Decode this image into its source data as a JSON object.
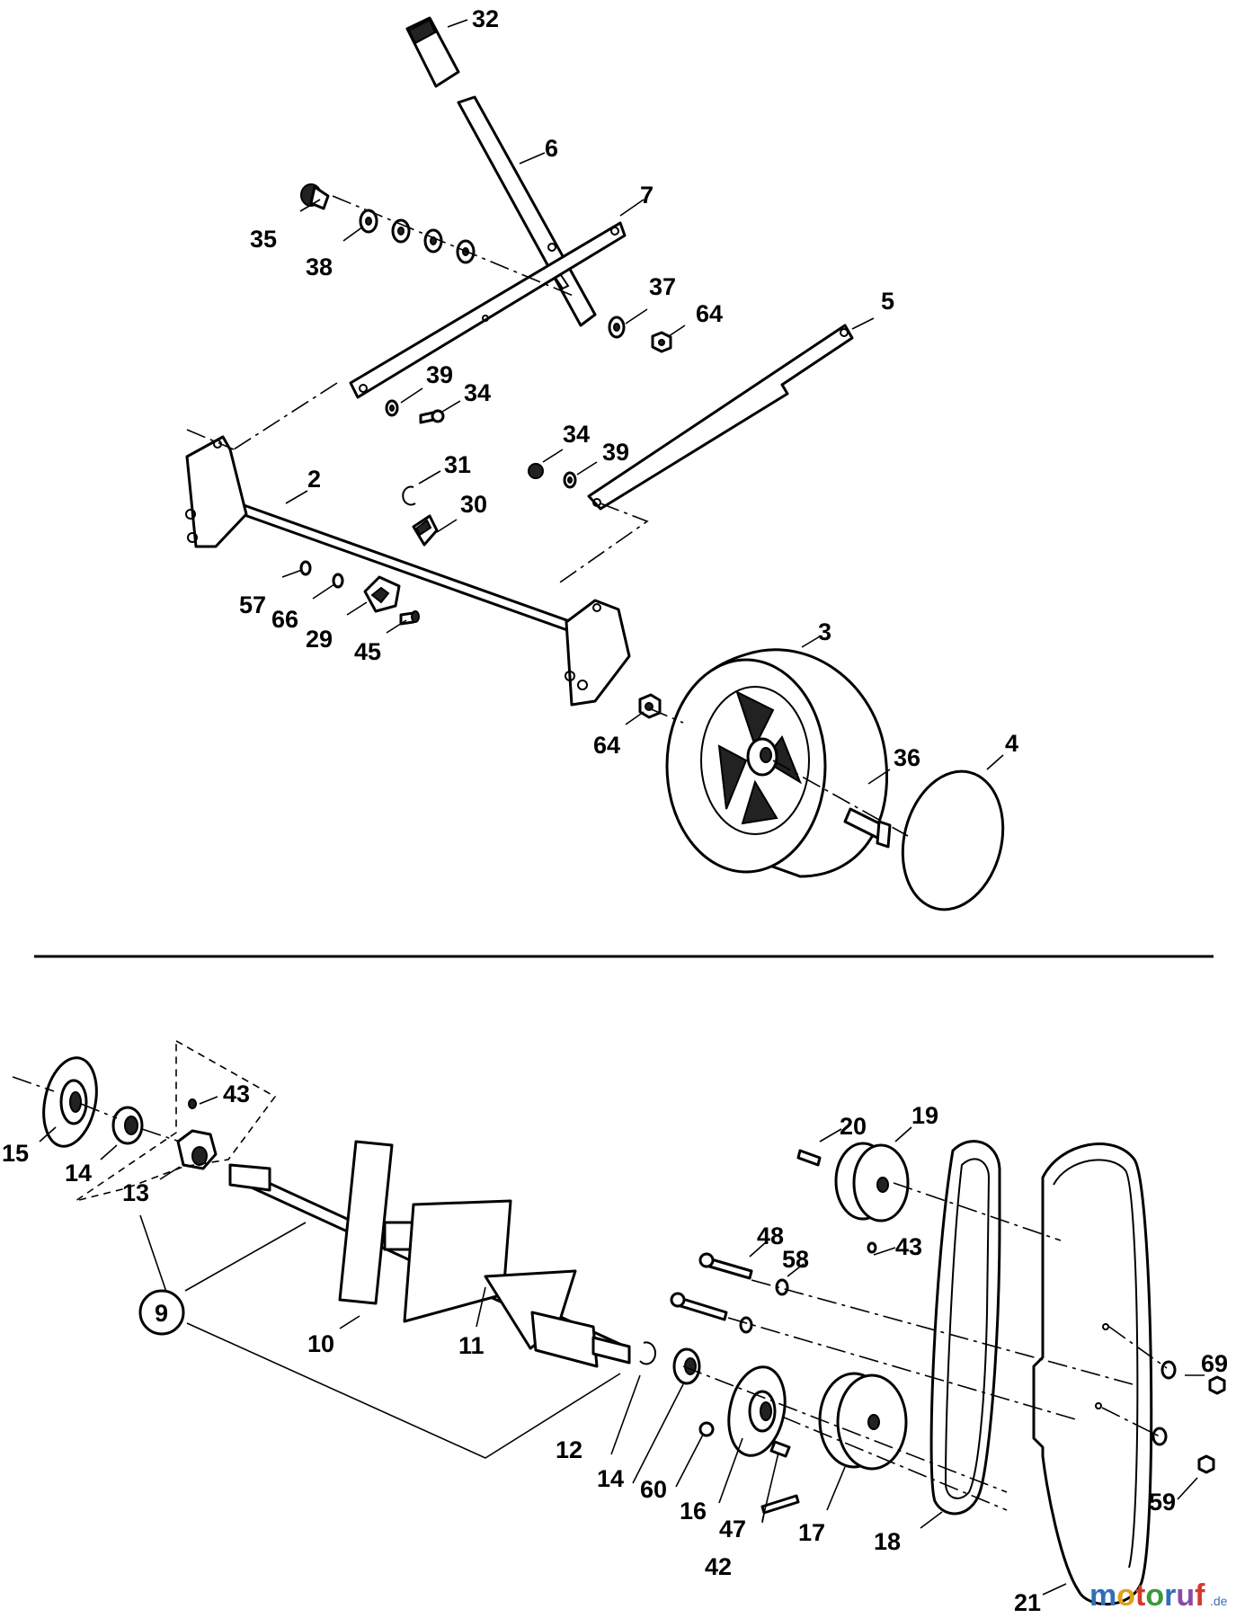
{
  "callouts": {
    "top": [
      "32",
      "6",
      "7",
      "35",
      "38",
      "37",
      "64",
      "5",
      "39",
      "34",
      "34",
      "39",
      "31",
      "30",
      "2",
      "57",
      "66",
      "29",
      "45",
      "3",
      "64",
      "36",
      "4"
    ],
    "bottom": [
      "43",
      "15",
      "14",
      "13",
      "9",
      "20",
      "19",
      "43",
      "48",
      "58",
      "10",
      "11",
      "12",
      "14",
      "60",
      "16",
      "47",
      "69",
      "42",
      "17",
      "18",
      "59",
      "21"
    ]
  },
  "watermark": {
    "letters": [
      "m",
      "o",
      "t",
      "o",
      "r",
      "u",
      "f"
    ],
    "suffix": ".de",
    "colors": [
      "#2f6fb8",
      "#e0a020",
      "#d33a2f",
      "#3a9a3a",
      "#2f6fb8",
      "#8a4aa8",
      "#d33a2f"
    ]
  }
}
